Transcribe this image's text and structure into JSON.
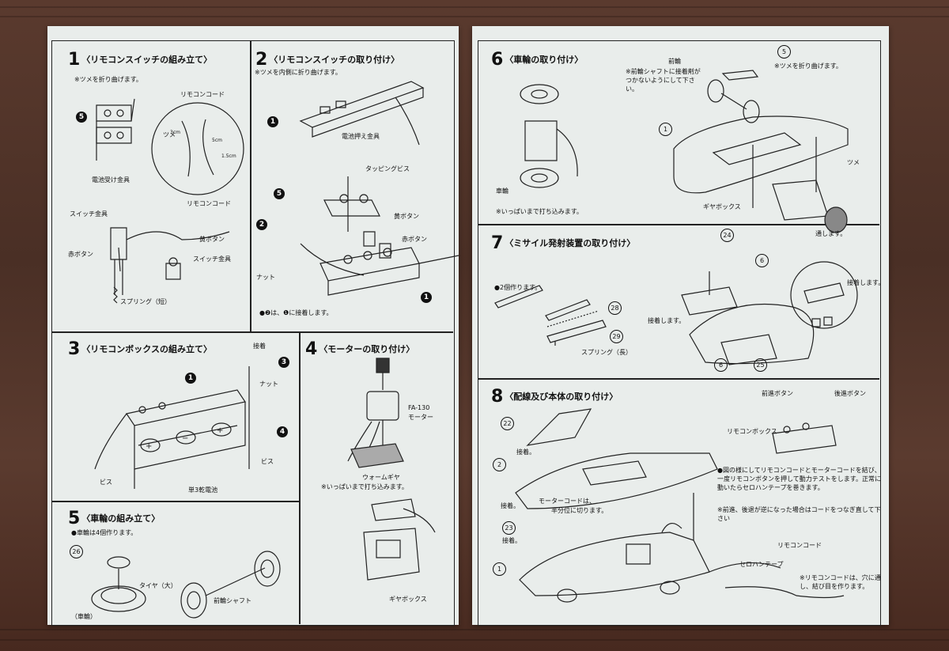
{
  "steps": {
    "s1": {
      "num": "1",
      "title": "〈リモコンスイッチの組み立て〉",
      "note": "※ツメを折り曲げます。",
      "labels": {
        "remocon_cord": "リモコンコード",
        "tsume": "ツメ",
        "battery_bracket": "電池受け金具",
        "switch_bracket": "スイッチ金具",
        "switch_bracket2": "スイッチ金具",
        "red_button": "赤ボタン",
        "yellow_button": "黄ボタン",
        "remocon_cord2": "リモコンコード",
        "spring_short": "スプリング（短）",
        "d3cm": "3cm",
        "d5cm": "5cm",
        "d15cm": "1.5cm"
      },
      "badge": "5"
    },
    "s2": {
      "num": "2",
      "title": "〈リモコンスイッチの取り付け〉",
      "note": "※ツメを内側に折り曲げます。",
      "labels": {
        "battery_holder": "電池押え金具",
        "tapping_screw": "タッピングビス",
        "yellow_button": "黄ボタン",
        "red_button": "赤ボタン",
        "nut": "ナット"
      },
      "badges": [
        "1",
        "5",
        "2",
        "1"
      ],
      "footer": "●❷は、❶に接着します。"
    },
    "s3": {
      "num": "3",
      "title": "〈リモコンボックスの組み立て〉",
      "labels": {
        "glue": "接着",
        "nut": "ナット",
        "screw_r": "ビス",
        "screw_l": "ビス",
        "battery": "単3乾電池"
      },
      "badges": [
        "3",
        "1",
        "4"
      ]
    },
    "s4": {
      "num": "4",
      "title": "〈モーターの取り付け〉",
      "labels": {
        "motor_model": "FA-130",
        "motor": "モーター",
        "worm_gear": "ウォームギヤ",
        "press_in": "※いっぱいまで打ち込みます。",
        "gearbox": "ギヤボックス"
      }
    },
    "s5": {
      "num": "5",
      "title": "〈車輪の組み立て〉",
      "note": "●車輪は4個作ります。",
      "labels": {
        "tire": "タイヤ（大）",
        "wheel": "（車輪）",
        "front_shaft": "前輪シャフト"
      },
      "circled": "26"
    },
    "s6": {
      "num": "6",
      "title": "〈車輪の取り付け〉",
      "note1": "※前輪シャフトに接着剤がつかないようにして下さい。",
      "note1_head": "前輪",
      "note2": "※ツメを折り曲げます。",
      "labels": {
        "wheel": "車輪",
        "press_in": "※いっぱいまで打ち込みます。",
        "tsume": "ツメ",
        "gearbox": "ギヤボックス"
      },
      "circled": [
        "5",
        "1"
      ]
    },
    "s7": {
      "num": "7",
      "title": "〈ミサイル発射装置の取り付け〉",
      "note": "●2個作ります。",
      "labels": {
        "spring_long": "スプリング（長）",
        "glue1": "接着します。",
        "glue2": "接着します。",
        "pass": "通します。"
      },
      "circled": [
        "28",
        "29",
        "24",
        "6",
        "6",
        "25"
      ]
    },
    "s8": {
      "num": "8",
      "title": "〈配線及び本体の取り付け〉",
      "labels": {
        "fwd_button": "前進ボタン",
        "rev_button": "後進ボタン",
        "remocon_box": "リモコンボックス",
        "glue_a": "接着。",
        "glue_b": "接着。",
        "glue_c": "接着。",
        "motor_cord": "モーターコードは、",
        "motor_cord2": "半分位に切ります。",
        "remocon_cord": "リモコンコード",
        "cellophane": "セロハンテープ"
      },
      "note_main": "●図の様にしてリモコンコードとモーターコードを結び、一度リモコンボタンを押して動力テストをします。正常に動いたらセロハンテープを巻きます。",
      "note_sub": "※前進、後退が逆になった場合はコードをつなぎ直して下さい",
      "note_end": "※リモコンコードは、穴に通し、結び目を作ります。",
      "circled": [
        "22",
        "2",
        "23",
        "1"
      ]
    }
  }
}
